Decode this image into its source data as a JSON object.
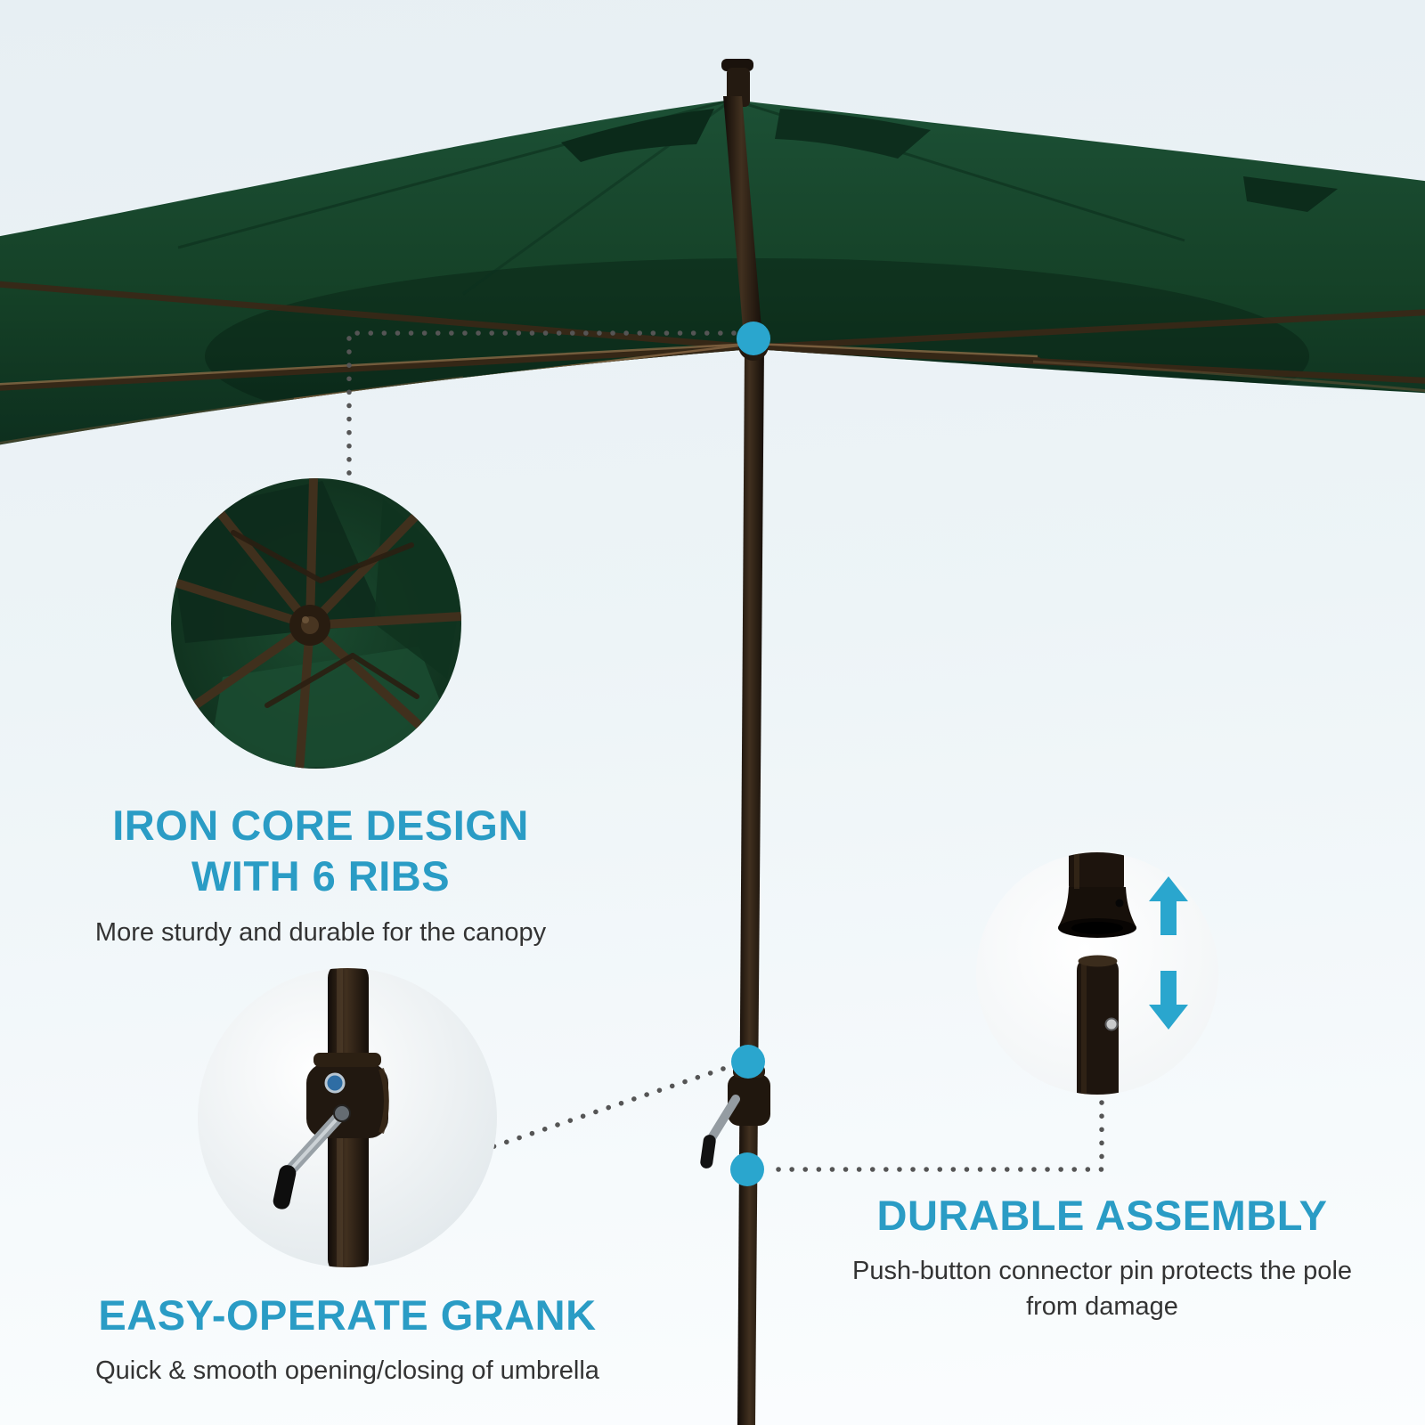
{
  "colors": {
    "accent": "#2a9cc5",
    "marker_teal": "#2aa6ce",
    "canopy_green": "#154127",
    "canopy_green_dark": "#0d2f1e",
    "pole_brown": "#241a11",
    "body_text": "#333333",
    "background_top": "#e7eff3",
    "background_bottom": "#fbfdfe"
  },
  "icons": {
    "up_arrow": "▲",
    "down_arrow": "▼",
    "callout_marker": "●"
  },
  "features": [
    {
      "id": "iron-core",
      "title_line1": "IRON CORE DESIGN",
      "title_line2": "WITH 6 RIBS",
      "description": "More sturdy and durable for the canopy"
    },
    {
      "id": "crank",
      "title": "EASY-OPERATE GRANK",
      "description": "Quick & smooth opening/closing of umbrella"
    },
    {
      "id": "assembly",
      "title": "DURABLE ASSEMBLY",
      "description": "Push-button connector pin protects the pole from damage"
    }
  ]
}
